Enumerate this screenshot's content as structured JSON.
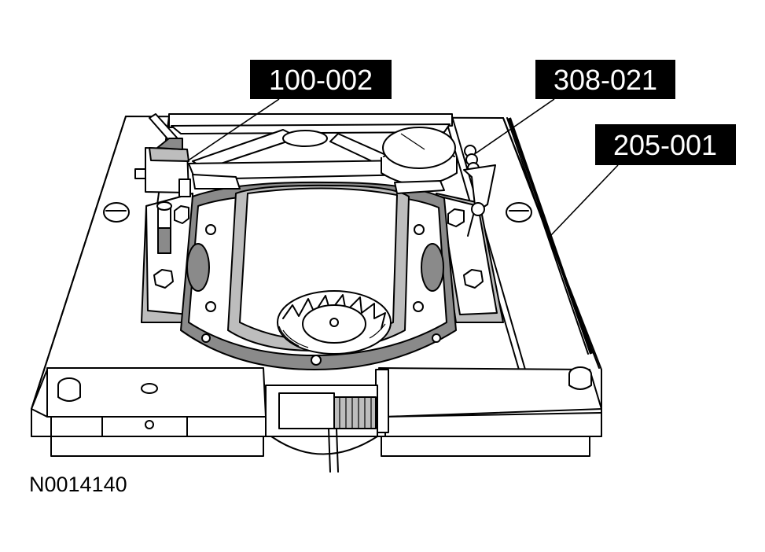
{
  "callouts": [
    {
      "id": "tool-1",
      "label": "100-002"
    },
    {
      "id": "tool-2",
      "label": "308-021"
    },
    {
      "id": "tool-3",
      "label": "205-001"
    }
  ],
  "figure_id": "N0014140"
}
